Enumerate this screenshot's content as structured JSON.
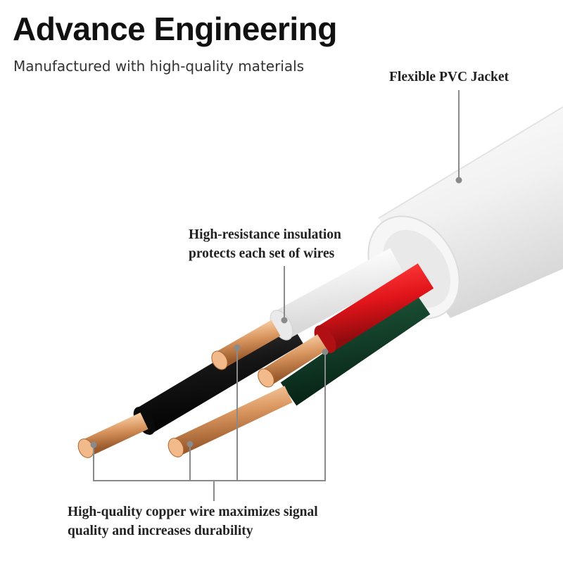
{
  "header": {
    "title": "Advance Engineering",
    "subtitle": "Manufactured with high-quality materials"
  },
  "callouts": {
    "jacket": {
      "lines": [
        "Flexible PVC Jacket"
      ]
    },
    "insulation": {
      "lines": [
        "High-resistance insulation",
        "protects each set of wires"
      ]
    },
    "copper": {
      "lines": [
        "High-quality copper wire maximizes signal",
        "quality and increases durability"
      ]
    }
  },
  "colors": {
    "jacket": "#f2f2f2",
    "wire_white": "#f4f4f4",
    "wire_red": "#e0141a",
    "wire_black": "#151515",
    "wire_green": "#0d3b26",
    "copper": "#d9955e",
    "leader": "#8a8a8a"
  }
}
